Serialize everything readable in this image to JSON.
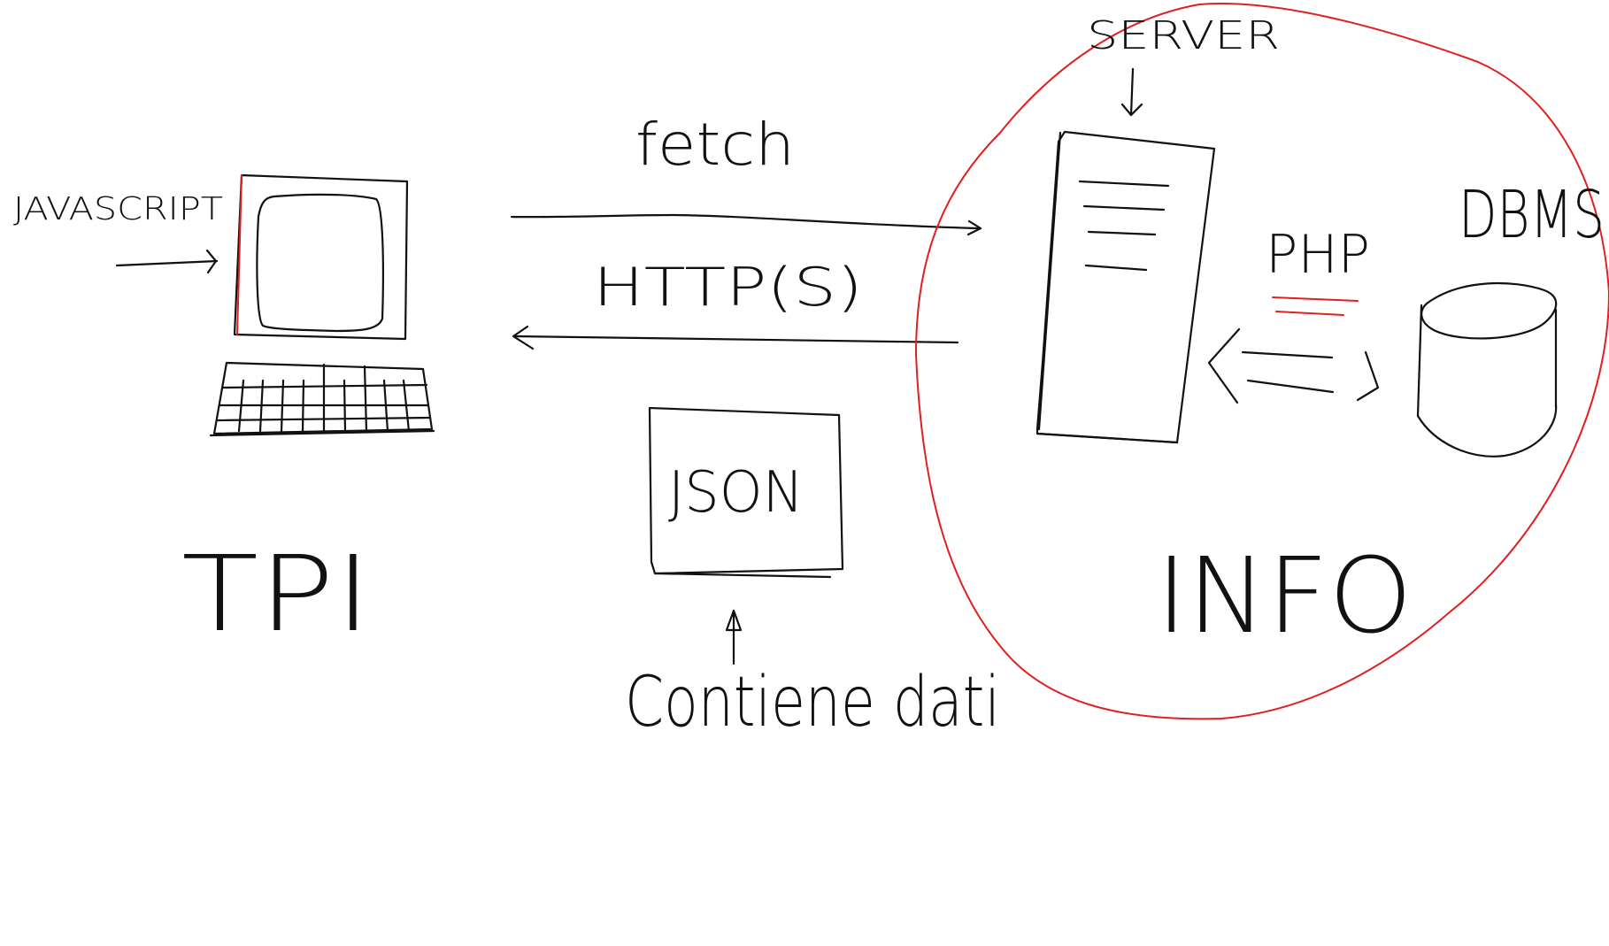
{
  "labels": {
    "javascript": "JAVASCRIPT",
    "fetch": "fetch",
    "http": "HTTP(S)",
    "json": "JSON",
    "contiene_dati": "Contiene dati",
    "tpi": "TPI",
    "server": "SERVER",
    "php": "PHP",
    "dbms": "DBMS",
    "info": "INFO"
  },
  "colors": {
    "ink": "#111111",
    "highlight": "#e02020",
    "background": "#ffffff"
  }
}
